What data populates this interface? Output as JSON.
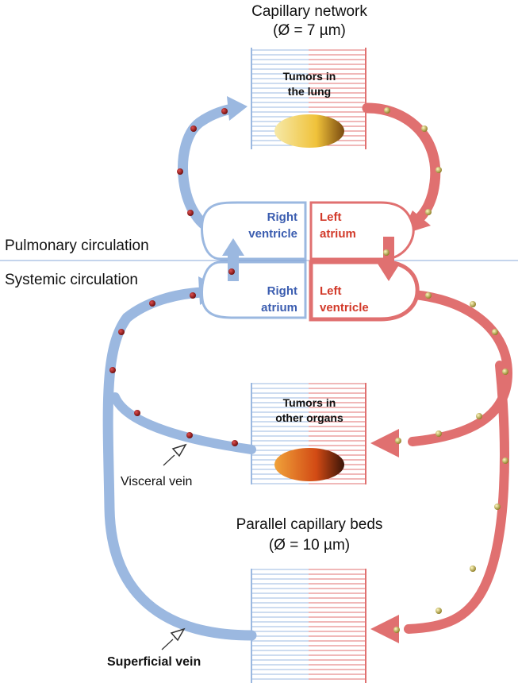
{
  "title_top": [
    "Capillary network",
    "(Ø = 7 µm)"
  ],
  "title_mid": [
    "Parallel capillary beds",
    "(Ø = 10 µm)"
  ],
  "section_labels": {
    "pulmonary": "Pulmonary circulation",
    "systemic": "Systemic circulation"
  },
  "chambers": {
    "right_ventricle": [
      "Right",
      "ventricle"
    ],
    "left_atrium": [
      "Left",
      "atrium"
    ],
    "right_atrium": [
      "Right",
      "atrium"
    ],
    "left_ventricle": [
      "Left",
      "ventricle"
    ]
  },
  "beds": {
    "lung": [
      "Tumors in",
      "the lung"
    ],
    "organs": [
      "Tumors in",
      "other organs"
    ]
  },
  "veins": {
    "visceral": "Visceral vein",
    "superficial": "Superficial vein"
  },
  "colors": {
    "venous": "#9bb8e0",
    "venous_text": "#3b5db0",
    "arterial": "#e07070",
    "arterial_text": "#d23a2a",
    "divider": "#8aa8d8"
  }
}
